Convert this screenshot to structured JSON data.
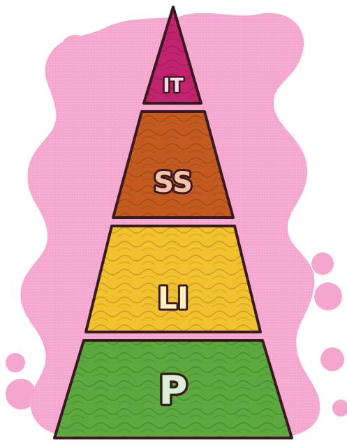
{
  "pyramid": {
    "tiers": [
      {
        "label": "IT",
        "fill": "#c2236f",
        "text_color": "#f6dbe8"
      },
      {
        "label": "SS",
        "fill": "#c45a1f",
        "text_color": "#f5c1a8"
      },
      {
        "label": "LI",
        "fill": "#f2c12e",
        "text_color": "#fdf1c4"
      },
      {
        "label": "P",
        "fill": "#5ca93f",
        "text_color": "#d9f0d5"
      }
    ],
    "outline_color": "#3a1a1e",
    "backdrop_color": "#f4a6cf"
  }
}
